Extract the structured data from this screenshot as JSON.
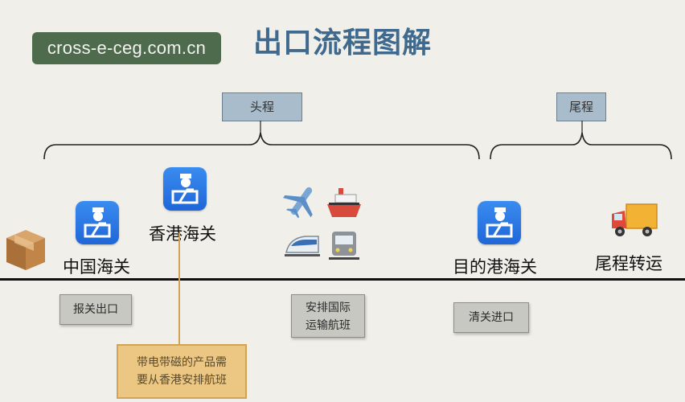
{
  "watermark": "cross-e-ceg.com.cn",
  "title": "出口流程图解",
  "phases": {
    "head": "头程",
    "tail": "尾程"
  },
  "stages": {
    "china_customs": "中国海关",
    "hk_customs": "香港海关",
    "dest_customs": "目的港海关",
    "last_mile": "尾程转运"
  },
  "notes": {
    "export_declare": "报关出口",
    "intl_flight_1": "安排国际",
    "intl_flight_2": "运输航班",
    "import_clear": "清关进口"
  },
  "callout": {
    "line1": "带电带磁的产品需",
    "line2": "要从香港安排航班"
  },
  "icons": [
    "package-icon",
    "customs-officer-icon",
    "airplane-icon",
    "ship-icon",
    "train-icon",
    "metro-icon",
    "truck-icon"
  ],
  "colors": {
    "title": "#3f6a8e",
    "icon_blue": "#2a78e4",
    "watermark_bg": "#4f6b4d",
    "callout_bg": "#ecc783"
  }
}
